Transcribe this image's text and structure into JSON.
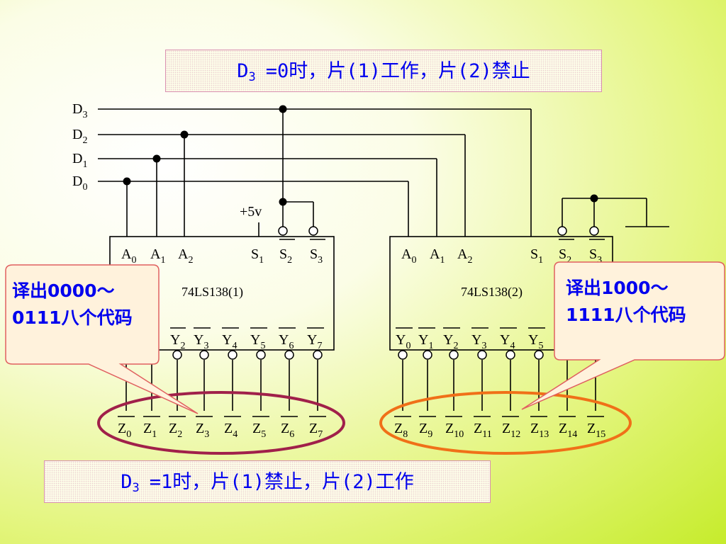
{
  "captions": {
    "top": {
      "prefix": "D",
      "sub": "3",
      "text": "=0时，片(1)工作，片(2)禁止"
    },
    "bottom": {
      "prefix": "D",
      "sub": "3",
      "text": "=1时，片(1)禁止，片(2)工作"
    }
  },
  "inputs": [
    {
      "letter": "D",
      "sub": "3"
    },
    {
      "letter": "D",
      "sub": "2"
    },
    {
      "letter": "D",
      "sub": "1"
    },
    {
      "letter": "D",
      "sub": "0"
    }
  ],
  "supply_label": "+5v",
  "chips": [
    {
      "name": "74LS138(1)",
      "address_pins": [
        {
          "letter": "A",
          "sub": "0"
        },
        {
          "letter": "A",
          "sub": "1"
        },
        {
          "letter": "A",
          "sub": "2"
        }
      ],
      "enable_pins": [
        {
          "letter": "S",
          "sub": "1"
        },
        {
          "letter": "S",
          "sub": "2"
        },
        {
          "letter": "S",
          "sub": "3"
        }
      ],
      "outputs": [
        {
          "letter": "Y",
          "sub": "2"
        },
        {
          "letter": "Y",
          "sub": "3"
        },
        {
          "letter": "Y",
          "sub": "4"
        },
        {
          "letter": "Y",
          "sub": "5"
        },
        {
          "letter": "Y",
          "sub": "6"
        },
        {
          "letter": "Y",
          "sub": "7"
        }
      ]
    },
    {
      "name": "74LS138(2)",
      "address_pins": [
        {
          "letter": "A",
          "sub": "0"
        },
        {
          "letter": "A",
          "sub": "1"
        },
        {
          "letter": "A",
          "sub": "2"
        }
      ],
      "enable_pins": [
        {
          "letter": "S",
          "sub": "1"
        },
        {
          "letter": "S",
          "sub": "2"
        },
        {
          "letter": "S",
          "sub": "3"
        }
      ],
      "outputs": [
        {
          "letter": "Y",
          "sub": "0"
        },
        {
          "letter": "Y",
          "sub": "1"
        },
        {
          "letter": "Y",
          "sub": "2"
        },
        {
          "letter": "Y",
          "sub": "3"
        },
        {
          "letter": "Y",
          "sub": "4"
        },
        {
          "letter": "Y",
          "sub": "5"
        }
      ]
    }
  ],
  "z_outputs": [
    {
      "letter": "Z",
      "sub": "0"
    },
    {
      "letter": "Z",
      "sub": "1"
    },
    {
      "letter": "Z",
      "sub": "2"
    },
    {
      "letter": "Z",
      "sub": "3"
    },
    {
      "letter": "Z",
      "sub": "4"
    },
    {
      "letter": "Z",
      "sub": "5"
    },
    {
      "letter": "Z",
      "sub": "6"
    },
    {
      "letter": "Z",
      "sub": "7"
    },
    {
      "letter": "Z",
      "sub": "8"
    },
    {
      "letter": "Z",
      "sub": "9"
    },
    {
      "letter": "Z",
      "sub": "10"
    },
    {
      "letter": "Z",
      "sub": "11"
    },
    {
      "letter": "Z",
      "sub": "12"
    },
    {
      "letter": "Z",
      "sub": "13"
    },
    {
      "letter": "Z",
      "sub": "14"
    },
    {
      "letter": "Z",
      "sub": "15"
    }
  ],
  "callouts": {
    "left": {
      "line1": "译出0000～",
      "line2": "0111八个代码"
    },
    "right": {
      "line1": "译出1000～",
      "line2": "1111八个代码"
    }
  },
  "colors": {
    "caption_text": "#0000ee",
    "left_ellipse": "#a0204a",
    "right_ellipse": "#f07018",
    "callout_border": "#e06060",
    "callout_fill": "#fff2dc"
  }
}
